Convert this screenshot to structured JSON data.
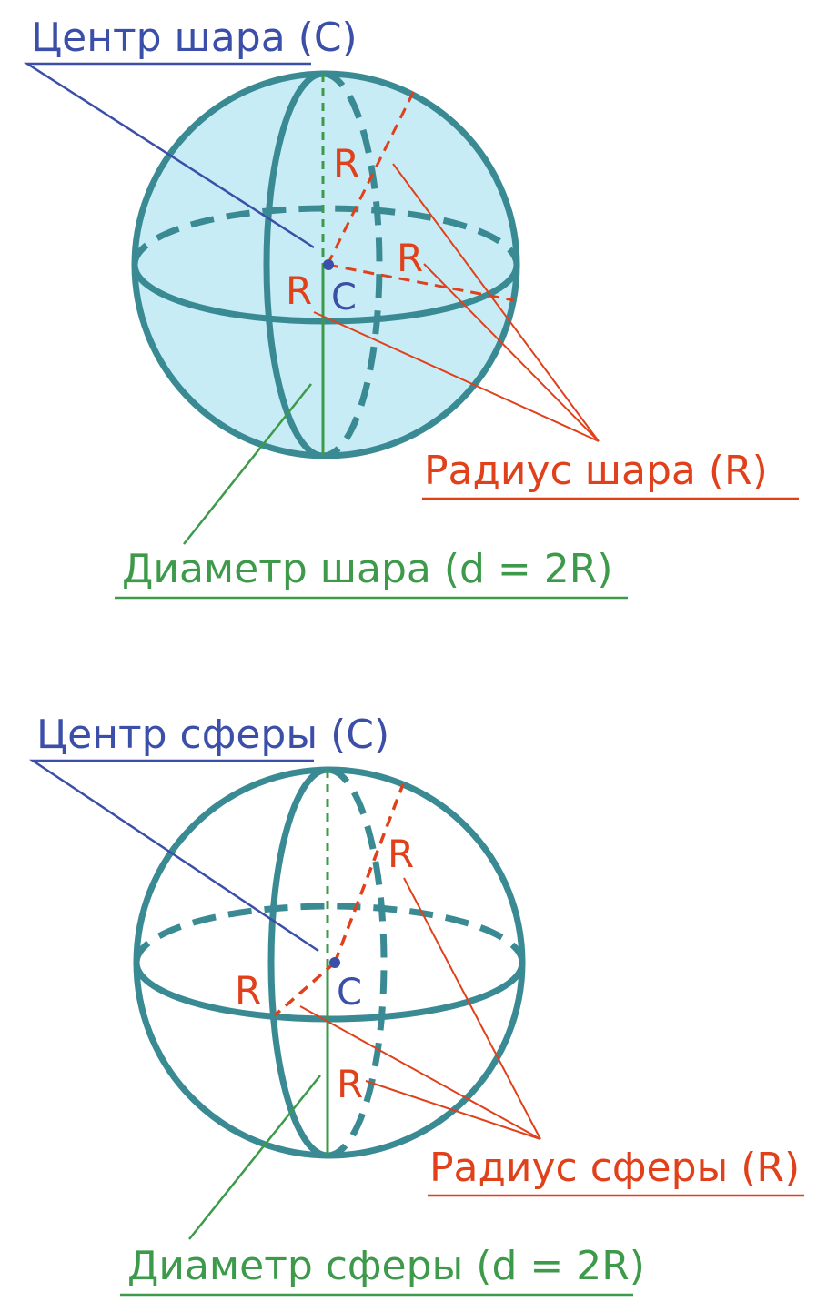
{
  "colors": {
    "sphere": "#3a8a94",
    "ball_fill": "#c8ecf5",
    "radius": "#e0401a",
    "center": "#3b4fa8",
    "diameter": "#3d9a4a"
  },
  "ball": {
    "center_label": "Центр шара (С)",
    "radius_label": "Радиус шара (R)",
    "diameter_label": "Диаметр шара (d = 2R)",
    "radius_marks": [
      "R",
      "R",
      "R"
    ],
    "center_mark": "C"
  },
  "sphere": {
    "center_label": "Центр сферы (С)",
    "radius_label": "Радиус сферы (R)",
    "diameter_label": "Диаметр сферы (d = 2R)",
    "radius_marks": [
      "R",
      "R",
      "R"
    ],
    "center_mark": "C"
  }
}
